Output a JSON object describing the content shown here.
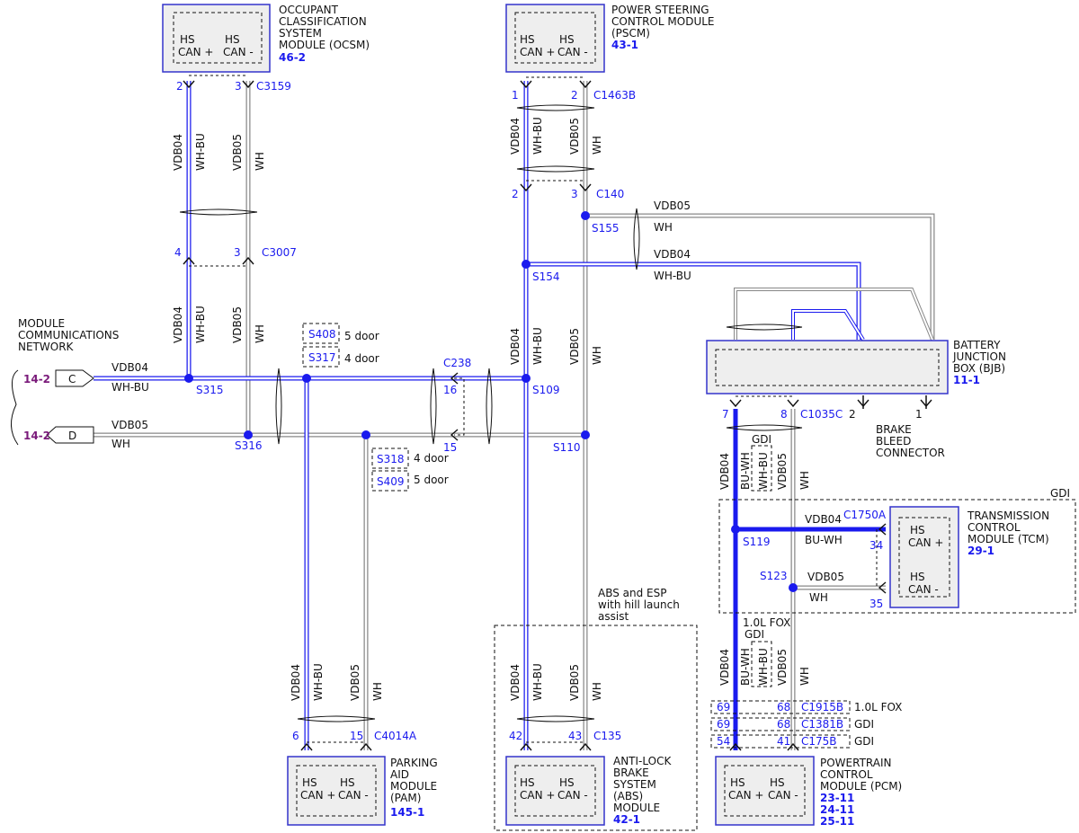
{
  "modules": {
    "ocsm": {
      "name": [
        "OCCUPANT",
        "CLASSIFICATION",
        "SYSTEM",
        "MODULE (OCSM)"
      ],
      "ref": "46-2",
      "pins": [
        "HS",
        "CAN +",
        "HS",
        "CAN -"
      ]
    },
    "pscm": {
      "name": [
        "POWER STEERING",
        "CONTROL MODULE",
        "(PSCM)"
      ],
      "ref": "43-1",
      "pins": [
        "HS",
        "CAN +",
        "HS",
        "CAN -"
      ]
    },
    "bjb": {
      "name": [
        "BATTERY",
        "JUNCTION",
        "BOX (BJB)"
      ],
      "ref": "11-1"
    },
    "tcm": {
      "name": [
        "TRANSMISSION",
        "CONTROL",
        "MODULE (TCM)"
      ],
      "ref": "29-1",
      "pins": [
        "HS",
        "CAN +",
        "HS",
        "CAN -"
      ]
    },
    "pam": {
      "name": [
        "PARKING",
        "AID",
        "MODULE",
        "(PAM)"
      ],
      "ref": "145-1",
      "pins": [
        "HS",
        "CAN +",
        "HS",
        "CAN -"
      ]
    },
    "abs": {
      "name": [
        "ANTI-LOCK",
        "BRAKE",
        "SYSTEM",
        "(ABS)",
        "MODULE"
      ],
      "ref": "42-1",
      "pins": [
        "HS",
        "CAN +",
        "HS",
        "CAN -"
      ]
    },
    "pcm": {
      "name": [
        "POWERTRAIN",
        "CONTROL",
        "MODULE (PCM)"
      ],
      "refs": [
        "23-11",
        "24-11",
        "25-11"
      ],
      "pins": [
        "HS",
        "CAN +",
        "HS",
        "CAN -"
      ]
    }
  },
  "network": {
    "title": [
      "MODULE",
      "COMMUNICATIONS",
      "NETWORK"
    ],
    "ref_c": "14-2",
    "ref_d": "14-2",
    "conn_c": "C",
    "conn_d": "D"
  },
  "circuits": {
    "can_plus": "VDB04",
    "can_minus": "VDB05",
    "color_plus": "WH-BU",
    "color_minus": "WH",
    "color_bu_wh": "BU-WH"
  },
  "connectors": {
    "c3159": "C3159",
    "c1463b": "C1463B",
    "c140": "C140",
    "c3007": "C3007",
    "c238": "C238",
    "c1035c": "C1035C",
    "c1750a": "C1750A",
    "c4014a": "C4014A",
    "c135": "C135",
    "c1915b": "C1915B",
    "c1381b": "C1381B",
    "c175b": "C175B"
  },
  "splices": {
    "s315": "S315",
    "s316": "S316",
    "s109": "S109",
    "s110": "S110",
    "s154": "S154",
    "s155": "S155",
    "s119": "S119",
    "s123": "S123",
    "s408": "S408",
    "s317": "S317",
    "s318": "S318",
    "s409": "S409"
  },
  "pin_numbers": {
    "ocsm_p": "2",
    "ocsm_m": "3",
    "c3007_p": "4",
    "c3007_m": "3",
    "pscm_p": "1",
    "pscm_m": "2",
    "c140_p": "2",
    "c140_m": "3",
    "c238_16": "16",
    "c238_15": "15",
    "bjb_7": "7",
    "bjb_8": "8",
    "bjb_2": "2",
    "bjb_1": "1",
    "tcm_34": "34",
    "tcm_35": "35",
    "pam_6": "6",
    "pam_15": "15",
    "abs_42": "42",
    "abs_43": "43",
    "pcm_69a": "69",
    "pcm_68a": "68",
    "pcm_69b": "69",
    "pcm_68b": "68",
    "pcm_54": "54",
    "pcm_41": "41"
  },
  "notes": {
    "five_door": "5 door",
    "four_door": "4 door",
    "abs_note": [
      "ABS and ESP",
      "with hill launch",
      "assist"
    ],
    "gdi": "GDI",
    "fox": "1.0L FOX",
    "fox_gdi": [
      "1.0L FOX",
      "GDI"
    ],
    "brake_bleed": [
      "BRAKE",
      "BLEED",
      "CONNECTOR"
    ]
  },
  "colors": {
    "wire_blue": "#1a1aee",
    "wire_gray": "#888888",
    "box_border": "#3333cc",
    "box_fill": "#eeeeee",
    "ref_purple": "#7a1a7a"
  }
}
